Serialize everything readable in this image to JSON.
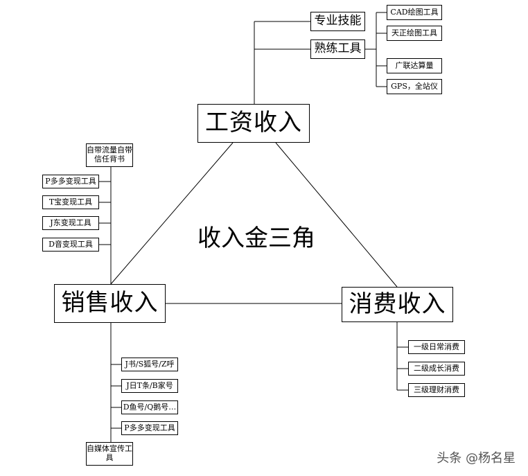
{
  "center_title": "收入金三角",
  "nodes": {
    "wage": "工资收入",
    "sales": "销售收入",
    "consume": "消费收入"
  },
  "wage_branch": {
    "professional": "专业技能",
    "tools": "熟练工具",
    "tool_items": [
      "CAD绘图工具",
      "天正绘图工具",
      "广联达算量",
      "GPS，全站仪"
    ]
  },
  "sales_upper": [
    "自带流量自带信任背书",
    "P多多变现工具",
    "T宝变现工具",
    "J东变现工具",
    "D音变现工具"
  ],
  "sales_lower": [
    "J书/S狐号/Z呼",
    "J日T条/B家号",
    "D鱼号/Q鹅号…",
    "P多多变现工具",
    "自媒体宣传工具"
  ],
  "consume_items": [
    "一级日常消费",
    "二级成长消费",
    "三级理财消费"
  ],
  "watermark": "头条 @杨名星"
}
